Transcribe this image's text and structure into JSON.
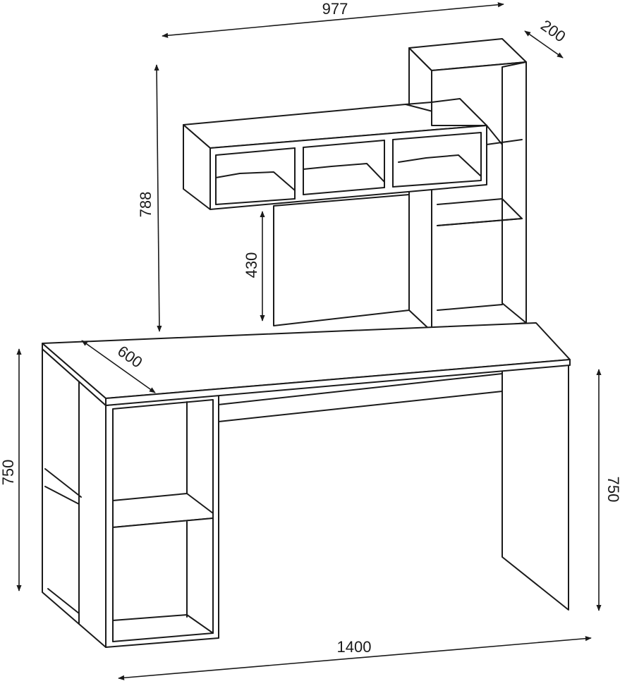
{
  "dimensions": {
    "hutch_width": "977",
    "hutch_depth": "200",
    "hutch_height": "788",
    "shelf_clearance": "430",
    "desk_depth": "600",
    "desk_height_left": "750",
    "desk_height_right": "750",
    "desk_width": "1400"
  },
  "colors": {
    "line": "#1a1a1a",
    "background": "#ffffff"
  }
}
